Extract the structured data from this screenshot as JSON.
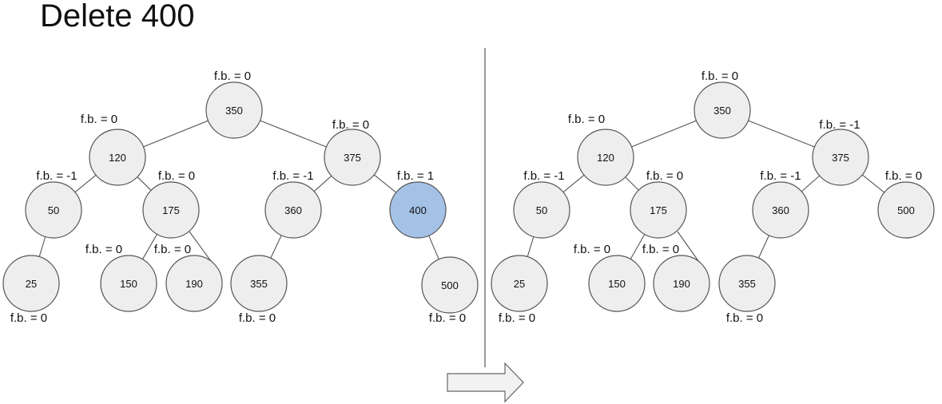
{
  "title": "Delete 400",
  "colors": {
    "node_fill": "#eeeeee",
    "highlight_fill": "#a4c2e6",
    "edge": "#555555",
    "arrow_fill": "#f2f2f2"
  },
  "trees": [
    {
      "id": "before",
      "nodes": [
        {
          "id": "b350",
          "label": "350",
          "fb": "f.b. = 0"
        },
        {
          "id": "b120",
          "label": "120",
          "fb": "f.b. = 0"
        },
        {
          "id": "b375",
          "label": "375",
          "fb": "f.b. = 0"
        },
        {
          "id": "b50",
          "label": "50",
          "fb": "f.b. = -1"
        },
        {
          "id": "b175",
          "label": "175",
          "fb": "f.b. = 0"
        },
        {
          "id": "b360",
          "label": "360",
          "fb": "f.b. = -1"
        },
        {
          "id": "b400",
          "label": "400",
          "fb": "f.b. = 1",
          "highlight": true
        },
        {
          "id": "b25",
          "label": "25",
          "fb": "f.b. = 0"
        },
        {
          "id": "b150",
          "label": "150",
          "fb": "f.b. = 0"
        },
        {
          "id": "b190",
          "label": "190",
          "fb": "f.b. = 0"
        },
        {
          "id": "b355",
          "label": "355",
          "fb": "f.b. = 0"
        },
        {
          "id": "b500",
          "label": "500",
          "fb": "f.b. = 0"
        }
      ],
      "edges": [
        [
          "b350",
          "b120"
        ],
        [
          "b350",
          "b375"
        ],
        [
          "b120",
          "b50"
        ],
        [
          "b120",
          "b175"
        ],
        [
          "b375",
          "b360"
        ],
        [
          "b375",
          "b400"
        ],
        [
          "b50",
          "b25"
        ],
        [
          "b175",
          "b150"
        ],
        [
          "b175",
          "b190"
        ],
        [
          "b360",
          "b355"
        ],
        [
          "b400",
          "b500"
        ]
      ]
    },
    {
      "id": "after",
      "nodes": [
        {
          "id": "a350",
          "label": "350",
          "fb": "f.b. = 0"
        },
        {
          "id": "a120",
          "label": "120",
          "fb": "f.b. = 0"
        },
        {
          "id": "a375",
          "label": "375",
          "fb": "f.b. = -1"
        },
        {
          "id": "a50",
          "label": "50",
          "fb": "f.b. = -1"
        },
        {
          "id": "a175",
          "label": "175",
          "fb": "f.b. = 0"
        },
        {
          "id": "a360",
          "label": "360",
          "fb": "f.b. = -1"
        },
        {
          "id": "a500",
          "label": "500",
          "fb": "f.b. = 0"
        },
        {
          "id": "a25",
          "label": "25",
          "fb": "f.b. = 0"
        },
        {
          "id": "a150",
          "label": "150",
          "fb": "f.b. = 0"
        },
        {
          "id": "a190",
          "label": "190",
          "fb": "f.b. = 0"
        },
        {
          "id": "a355",
          "label": "355",
          "fb": "f.b. = 0"
        }
      ],
      "edges": [
        [
          "a350",
          "a120"
        ],
        [
          "a350",
          "a375"
        ],
        [
          "a120",
          "a50"
        ],
        [
          "a120",
          "a175"
        ],
        [
          "a375",
          "a360"
        ],
        [
          "a375",
          "a500"
        ],
        [
          "a50",
          "a25"
        ],
        [
          "a175",
          "a150"
        ],
        [
          "a175",
          "a190"
        ],
        [
          "a360",
          "a355"
        ]
      ]
    }
  ]
}
